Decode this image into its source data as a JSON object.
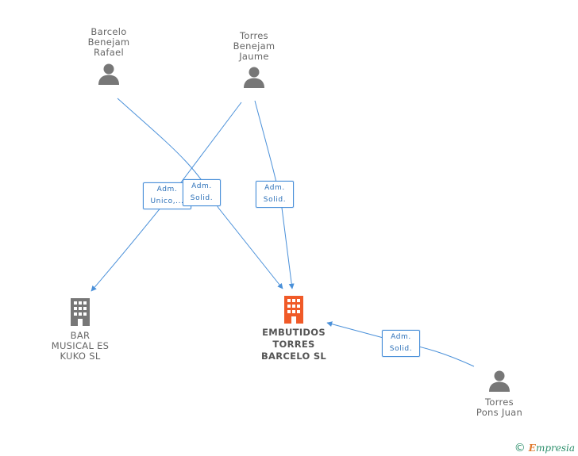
{
  "nodes": {
    "barcelo": "Barcelo\nBenejam\nRafael",
    "torres_benejam": "Torres\nBenejam\nJaume",
    "bar_musical": "BAR\nMUSICAL ES\nKUKO  SL",
    "embutidos": "EMBUTIDOS\nTORRES\nBARCELO  SL",
    "torres_pons": "Torres\nPons Juan"
  },
  "badges": {
    "adm_unico": "Adm.\nUnico,...",
    "adm_solid_1": "Adm.\nSolid.",
    "adm_solid_2": "Adm.\nSolid.",
    "adm_solid_3": "Adm.\nSolid."
  },
  "footer": {
    "copyright": "©",
    "brand_initial": "E",
    "brand_rest": "mpresia"
  },
  "colors": {
    "edge": "#4a90d9",
    "person": "#777777",
    "company": "#777777",
    "main_company": "#f05a28"
  }
}
